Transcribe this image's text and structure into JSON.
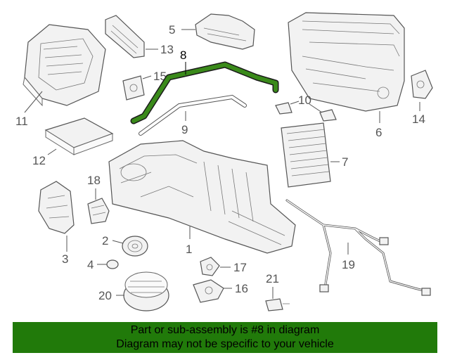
{
  "callouts": {
    "c1": "1",
    "c2": "2",
    "c3": "3",
    "c4": "4",
    "c5": "5",
    "c6": "6",
    "c7": "7",
    "c8": "8",
    "c9": "9",
    "c10": "10",
    "c11": "11",
    "c12": "12",
    "c13": "13",
    "c14": "14",
    "c15": "15",
    "c16": "16",
    "c17": "17",
    "c18": "18",
    "c19": "19",
    "c20": "20",
    "c21": "21"
  },
  "highlight": {
    "part": "8",
    "color": "#3a8a1a"
  },
  "banner": {
    "line1": "Part or sub-assembly is #8 in diagram",
    "line2": "Diagram may not be specific to your vehicle",
    "background": "#217a0a"
  }
}
